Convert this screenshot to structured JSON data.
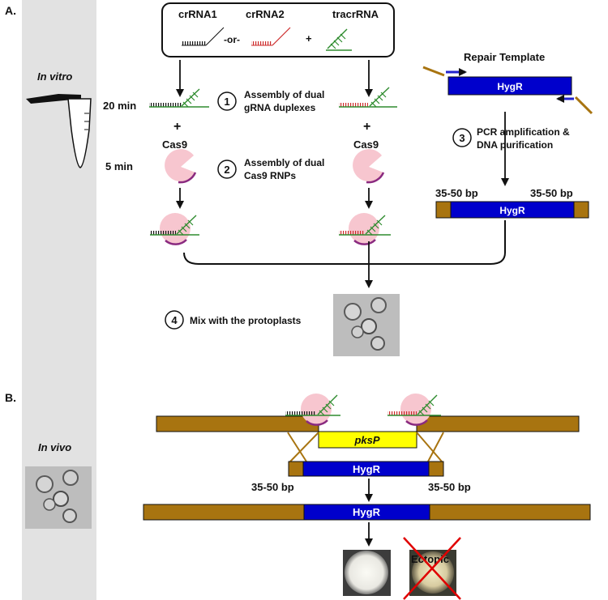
{
  "panel_a": {
    "label": "A.",
    "context": "In vitro",
    "crrna1": "crRNA1",
    "crrna2": "crRNA2",
    "tracrrna": "tracrRNA",
    "or_text": "-or-",
    "plus": "+",
    "time_20": "20 min",
    "time_5": "5 min",
    "cas9": "Cas9",
    "steps": [
      {
        "num": "1",
        "line1": "Assembly of dual",
        "line2": "gRNA duplexes"
      },
      {
        "num": "2",
        "line1": "Assembly of dual",
        "line2": "Cas9 RNPs"
      },
      {
        "num": "3",
        "line1": "PCR  amplification &",
        "line2": "DNA  purification"
      },
      {
        "num": "4",
        "line1": "Mix with the protoplasts"
      }
    ],
    "repair_template": "Repair Template",
    "hygr": "HygR",
    "flank_left": "35-50 bp",
    "flank_right": "35-50 bp"
  },
  "panel_b": {
    "label": "B.",
    "context": "In vivo",
    "target_gene": "pksP",
    "hygr": "HygR",
    "flank_left": "35-50 bp",
    "flank_right": "35-50 bp",
    "ectopic": "Ectopic"
  },
  "colors": {
    "hygr_blue": "#0000cc",
    "homology_brown": "#a87410",
    "pksp_yellow": "#ffff00",
    "crrna2_red": "#cc2a2a",
    "tracr_green": "#2e8b2e",
    "cas9_pink": "#f7c6cf",
    "cas9_rim": "#8a2a80",
    "sidebar_gray": "#e2e2e2",
    "cross_red": "#e00000"
  }
}
